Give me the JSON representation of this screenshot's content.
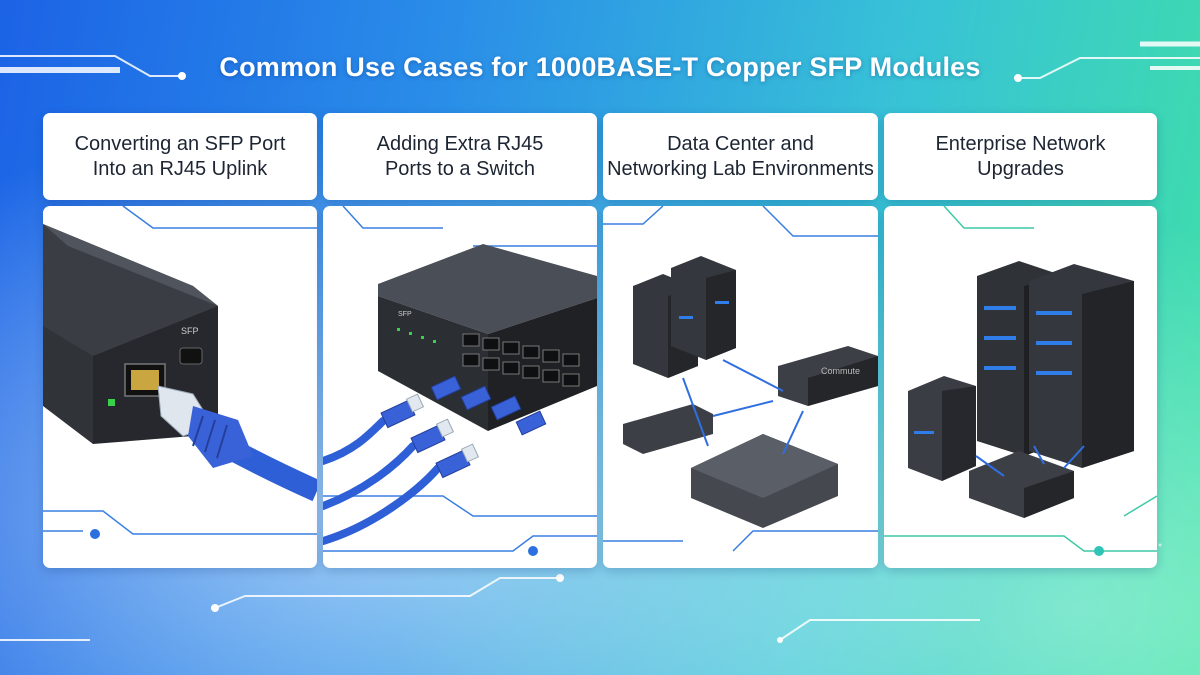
{
  "page": {
    "title": "Common Use Cases for 1000BASE-T Copper SFP Modules"
  },
  "cards": [
    {
      "label": "Converting an SFP Port\n  Into an RJ45 Uplink",
      "scene": "sfp-to-rj45-adapter"
    },
    {
      "label": "Adding Extra RJ45\nPorts to a Switch",
      "scene": "switch-with-cables"
    },
    {
      "label": "Data Center and\nNetworking Lab Environments",
      "scene": "servers-and-switches"
    },
    {
      "label": "Enterprise Network\nUpgrades",
      "scene": "server-racks"
    }
  ],
  "device_marks": {
    "adapter_brand": "SFP",
    "switch_brand": "Commute"
  },
  "colors": {
    "accent_blue": "#1f6fe0",
    "cable_blue": "#2f5fd6",
    "device_dark": "#2a2d33"
  }
}
